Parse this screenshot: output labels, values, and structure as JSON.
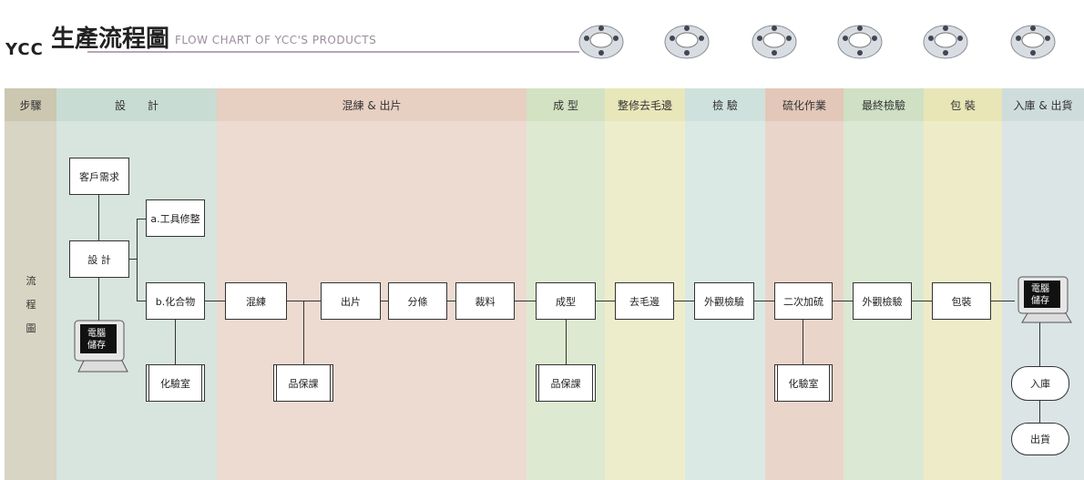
{
  "header": {
    "brand": "YCC",
    "title_cjk": "生產流程圖",
    "subtitle": "FLOW CHART OF YCC'S PRODUCTS"
  },
  "columns": [
    {
      "label": "步驟",
      "color": "#cbc7b0"
    },
    {
      "label": "設　　計",
      "color": "#c9dcd3"
    },
    {
      "label": "混練 & 出片",
      "color": "#e7cfc1"
    },
    {
      "label": "成 型",
      "color": "#d3e2c2"
    },
    {
      "label": "整修去毛邊",
      "color": "#e8e7ba"
    },
    {
      "label": "檢 驗",
      "color": "#cfe1dc"
    },
    {
      "label": "硫化作業",
      "color": "#e3c7b8"
    },
    {
      "label": "最終檢驗",
      "color": "#cfe0c4"
    },
    {
      "label": "包 裝",
      "color": "#e8e6b6"
    },
    {
      "label": "入庫 & 出貨",
      "color": "#cfdcdc"
    }
  ],
  "side_label": [
    "流",
    "程",
    "圖"
  ],
  "nodes": {
    "customer": "客戶需求",
    "design": "設 計",
    "tool": "a.工具修整",
    "compound": "b.化合物",
    "computer1": "電腦儲存",
    "lab1": "化驗室",
    "mixing": "混練",
    "sheet": "出片",
    "slit": "分條",
    "cut": "裁料",
    "qc1": "品保課",
    "mold": "成型",
    "qc2": "品保課",
    "deflash": "去毛邊",
    "visual1": "外觀檢驗",
    "cure2": "二次加硫",
    "lab2": "化驗室",
    "visual2": "外觀檢驗",
    "pack": "包裝",
    "computer2": "電腦儲存",
    "stock_in": "入庫",
    "ship": "出貨"
  }
}
